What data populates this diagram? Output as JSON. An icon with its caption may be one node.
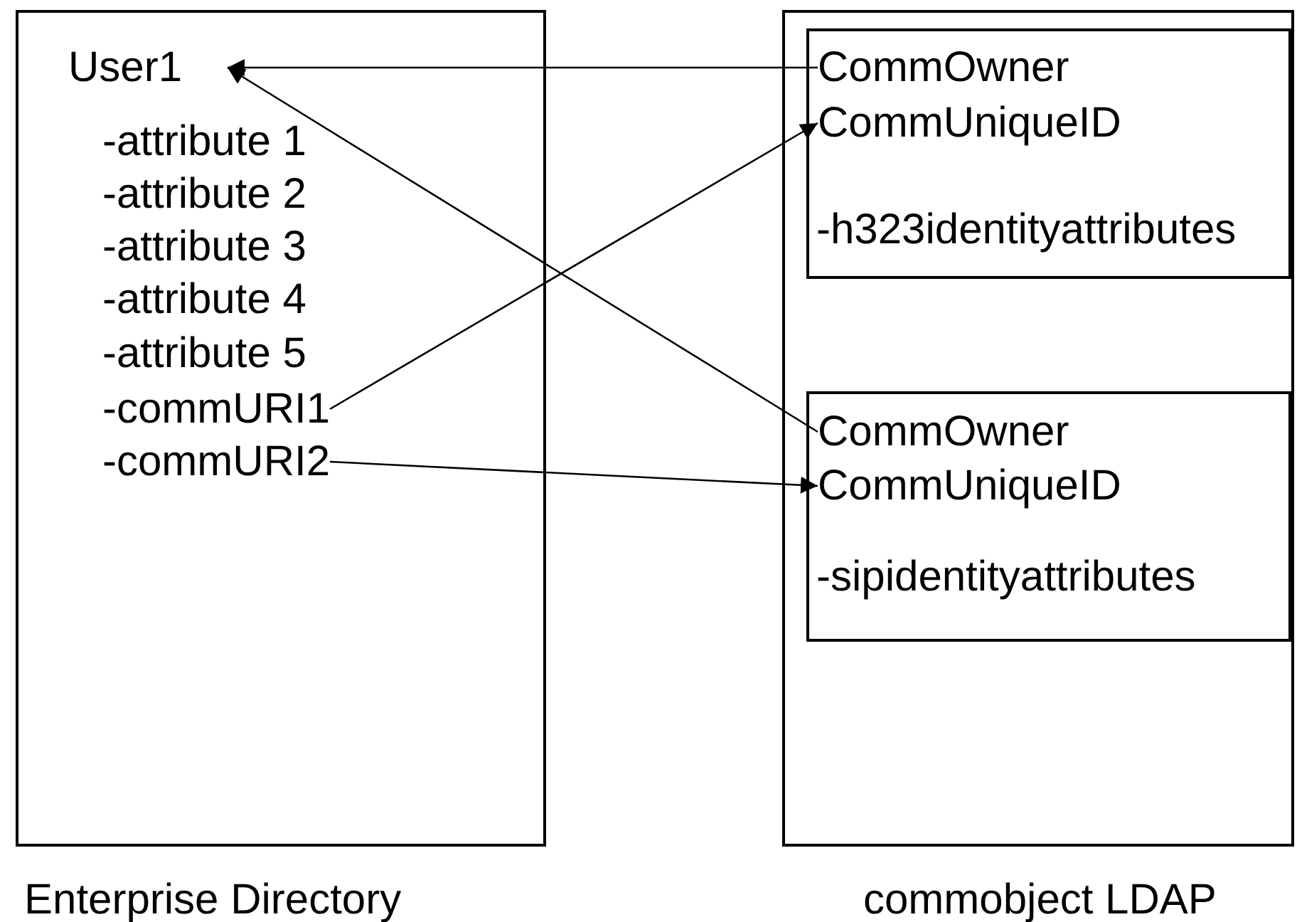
{
  "diagram": {
    "nodes": [
      {
        "text": [
          "Enterprise Directory"
        ]
      },
      {
        "text": [
          "User1"
        ],
        "in": 0
      },
      {
        "text": [
          "-commURI1"
        ],
        "in": 0
      },
      {
        "text": [
          "-commURI2"
        ],
        "in": 0
      },
      {
        "text": [
          "commobject LDAP"
        ]
      },
      {
        "text": [
          "-h323identityattributes"
        ],
        "in": 4
      },
      {
        "text": [
          "CommOwner"
        ],
        "in": 5
      },
      {
        "text": [
          "CommUniqueID"
        ],
        "in": 5
      },
      {
        "text": [
          "-sipidentityattributes"
        ],
        "in": 4
      },
      {
        "text": [
          "CommOwner"
        ],
        "in": 8
      },
      {
        "text": [
          "CommUniqueID"
        ],
        "in": 8
      }
    ],
    "edges": [
      {
        "from": 6,
        "to": 1,
        "arrow": "to"
      },
      {
        "from": 2,
        "to": 7,
        "arrow": "to"
      },
      {
        "from": 9,
        "to": 1,
        "arrow": "to"
      },
      {
        "from": 3,
        "to": 10,
        "arrow": "to"
      }
    ],
    "labels": [
      "-attribute 1",
      "-attribute 2",
      "-attribute 3",
      "-attribute 4",
      "-attribute 5"
    ]
  }
}
